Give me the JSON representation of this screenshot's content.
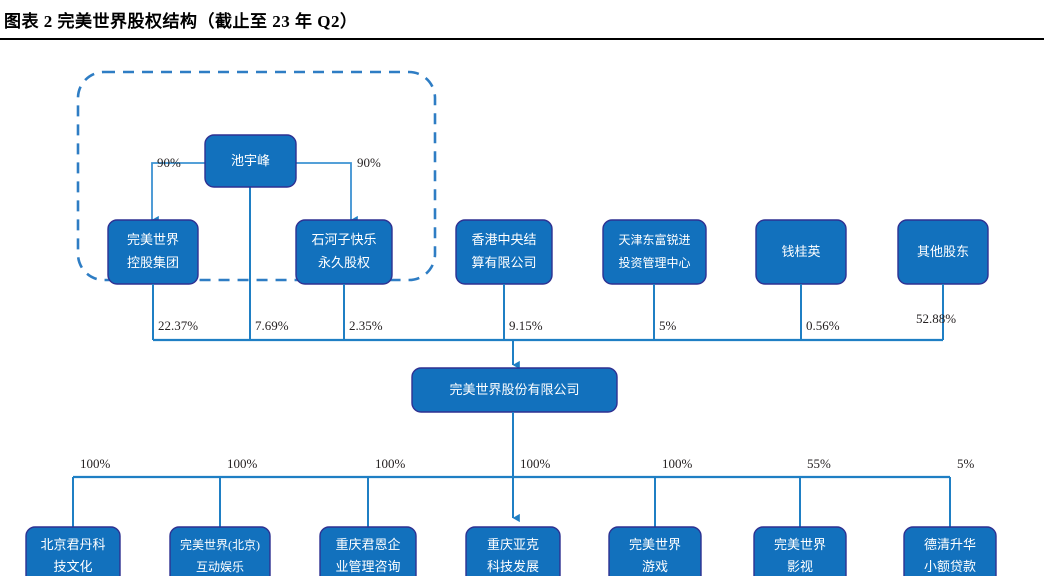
{
  "title": "图表 2 完美世界股权结构（截止至 23 年 Q2）",
  "colors": {
    "node_fill": "#1271BD",
    "node_border": "#2E3192",
    "connector": "#1F7FC4",
    "dashed_group": "#2E7DC4",
    "node_text": "#ffffff",
    "label_text": "#231f20",
    "rule": "#000000"
  },
  "chart_data": {
    "type": "diagram",
    "title": "图表 2 完美世界股权结构（截止至 23 年 Q2）",
    "diagram_kind": "ownership-structure",
    "center_entity": "完美世界股份有限公司",
    "ultimate_controller": "池宇峰",
    "group_box_label": "",
    "controller_links": [
      {
        "from": "池宇峰",
        "to": "完美世界控股集团",
        "pct": "90%"
      },
      {
        "from": "池宇峰",
        "to": "石河子快乐永久股权",
        "pct": "90%"
      }
    ],
    "shareholders": [
      {
        "name": "完美世界控股集团",
        "pct": "22.37%",
        "in_group": true
      },
      {
        "name": "池宇峰",
        "pct": "7.69%",
        "in_group": true
      },
      {
        "name": "石河子快乐永久股权",
        "pct": "2.35%",
        "in_group": true
      },
      {
        "name": "香港中央结算有限公司",
        "pct": "9.15%",
        "in_group": false
      },
      {
        "name": "天津东富锐进投资管理中心",
        "pct": "5%",
        "in_group": false
      },
      {
        "name": "钱桂英",
        "pct": "0.56%",
        "in_group": false
      },
      {
        "name": "其他股东",
        "pct": "52.88%",
        "in_group": false
      }
    ],
    "subsidiaries": [
      {
        "name": "北京君丹科技文化",
        "pct": "100%"
      },
      {
        "name": "完美世界(北京)互动娱乐",
        "pct": "100%"
      },
      {
        "name": "重庆君恩企业管理咨询",
        "pct": "100%"
      },
      {
        "name": "重庆亚克科技发展",
        "pct": "100%"
      },
      {
        "name": "完美世界游戏",
        "pct": "100%"
      },
      {
        "name": "完美世界影视",
        "pct": "55%"
      },
      {
        "name": "德清升华小额贷款",
        "pct": "5%"
      }
    ]
  },
  "nodes": {
    "controller": {
      "line1": "池宇峰"
    },
    "holding_group": {
      "line1": "完美世界",
      "line2": "控股集团"
    },
    "shihezi": {
      "line1": "石河子快乐",
      "line2": "永久股权"
    },
    "hkscc": {
      "line1": "香港中央结",
      "line2": "算有限公司"
    },
    "tianjin": {
      "line1": "天津东富锐进",
      "line2": "投资管理中心"
    },
    "qianguiying": {
      "line1": "钱桂英"
    },
    "others": {
      "line1": "其他股东"
    },
    "center": {
      "line1": "完美世界股份有限公司"
    },
    "sub1": {
      "line1": "北京君丹科",
      "line2": "技文化"
    },
    "sub2": {
      "line1": "完美世界(北京)",
      "line2": "互动娱乐"
    },
    "sub3": {
      "line1": "重庆君恩企",
      "line2": "业管理咨询"
    },
    "sub4": {
      "line1": "重庆亚克",
      "line2": "科技发展"
    },
    "sub5": {
      "line1": "完美世界",
      "line2": "游戏"
    },
    "sub6": {
      "line1": "完美世界",
      "line2": "影视"
    },
    "sub7": {
      "line1": "德清升华",
      "line2": "小额贷款"
    }
  },
  "percentages": {
    "ctrl_left": "90%",
    "ctrl_right": "90%",
    "sh1": "22.37%",
    "sh2": "7.69%",
    "sh3": "2.35%",
    "sh4": "9.15%",
    "sh5": "5%",
    "sh6": "0.56%",
    "sh7": "52.88%",
    "sub1": "100%",
    "sub2": "100%",
    "sub3": "100%",
    "sub4": "100%",
    "sub5": "100%",
    "sub6": "55%",
    "sub7": "5%"
  }
}
